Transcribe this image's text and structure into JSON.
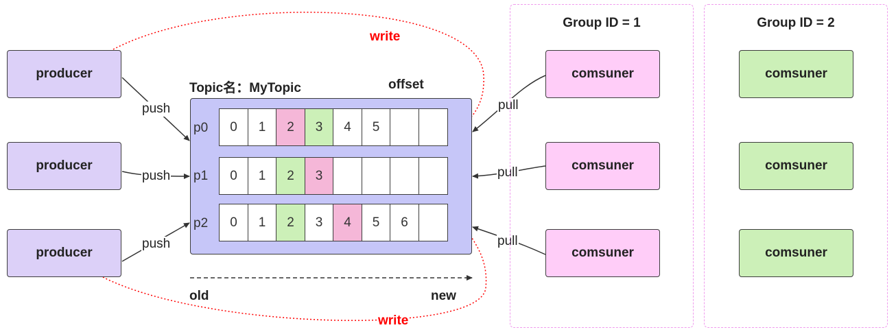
{
  "producers": [
    {
      "label": "producer"
    },
    {
      "label": "producer"
    },
    {
      "label": "producer"
    }
  ],
  "topic": {
    "title": "Topic名：MyTopic",
    "offset_label": "offset",
    "partitions": [
      {
        "label": "p0",
        "cells": [
          {
            "text": "0",
            "color": "#ffffff"
          },
          {
            "text": "1",
            "color": "#ffffff"
          },
          {
            "text": "2",
            "color": "#f5b7d8"
          },
          {
            "text": "3",
            "color": "#ccf0b8"
          },
          {
            "text": "4",
            "color": "#ffffff"
          },
          {
            "text": "5",
            "color": "#ffffff"
          },
          {
            "text": "",
            "color": "#ffffff"
          },
          {
            "text": "",
            "color": "#ffffff"
          }
        ]
      },
      {
        "label": "p1",
        "cells": [
          {
            "text": "0",
            "color": "#ffffff"
          },
          {
            "text": "1",
            "color": "#ffffff"
          },
          {
            "text": "2",
            "color": "#ccf0b8"
          },
          {
            "text": "3",
            "color": "#f5b7d8"
          },
          {
            "text": "",
            "color": "#ffffff"
          },
          {
            "text": "",
            "color": "#ffffff"
          },
          {
            "text": "",
            "color": "#ffffff"
          },
          {
            "text": "",
            "color": "#ffffff"
          }
        ]
      },
      {
        "label": "p2",
        "cells": [
          {
            "text": "0",
            "color": "#ffffff"
          },
          {
            "text": "1",
            "color": "#ffffff"
          },
          {
            "text": "2",
            "color": "#ccf0b8"
          },
          {
            "text": "3",
            "color": "#ffffff"
          },
          {
            "text": "4",
            "color": "#f5b7d8"
          },
          {
            "text": "5",
            "color": "#ffffff"
          },
          {
            "text": "6",
            "color": "#ffffff"
          },
          {
            "text": "",
            "color": "#ffffff"
          }
        ]
      }
    ]
  },
  "edges": {
    "push": "push",
    "pull": "pull",
    "write": "write"
  },
  "axis": {
    "old": "old",
    "new": "new"
  },
  "groups": [
    {
      "title": "Group ID = 1",
      "consumers": [
        "comsuner",
        "comsuner",
        "comsuner"
      ],
      "color": "#ffcdf8"
    },
    {
      "title": "Group ID = 2",
      "consumers": [
        "comsuner",
        "comsuner",
        "comsuner"
      ],
      "color": "#ccf0b8"
    }
  ],
  "colors": {
    "producer": "#dcd0f8",
    "topic": "#c6c6f8",
    "group_border": "#f09bee",
    "write_curve": "#ff0000",
    "highlight_pink": "#f5b7d8",
    "highlight_green": "#ccf0b8"
  }
}
